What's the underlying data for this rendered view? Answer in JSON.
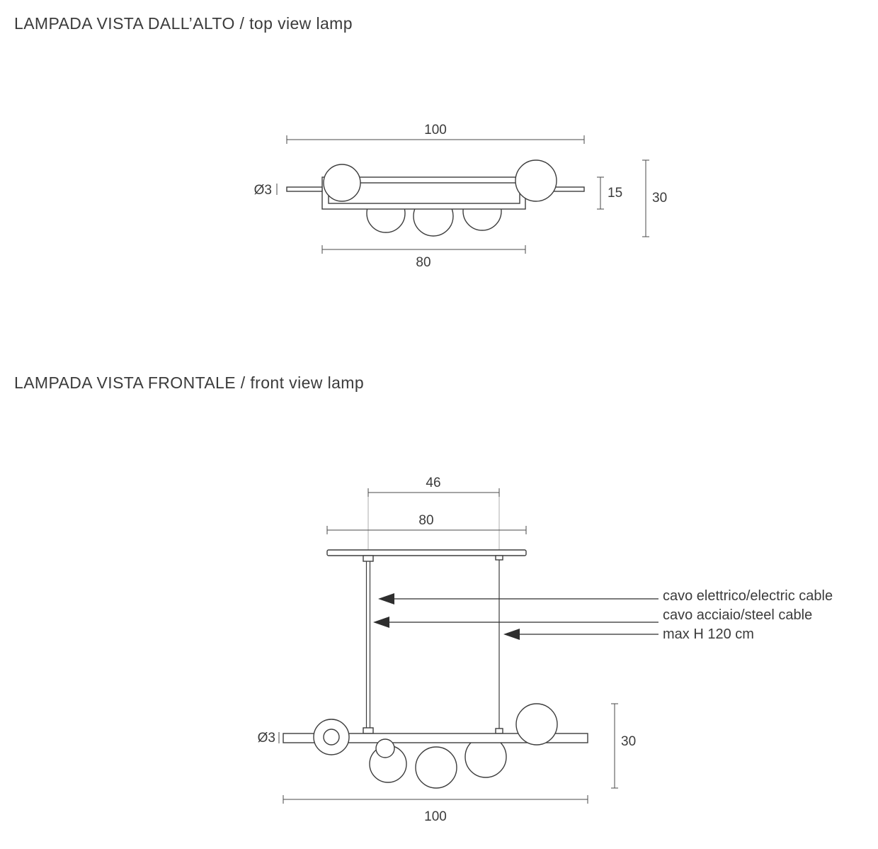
{
  "colors": {
    "background": "#ffffff",
    "line": "#3d3d3d",
    "dimension": "#4a4a4a",
    "extension": "#9a9a9a",
    "text": "#3b3b3b"
  },
  "top_view": {
    "title": "LAMPADA VISTA DALL’ALTO / top view lamp",
    "dimensions": {
      "total_width": "100",
      "rod_diameter": "Ø3",
      "bar_depth": "15",
      "total_depth": "30",
      "bar_width": "80"
    }
  },
  "front_view": {
    "title": "LAMPADA VISTA FRONTALE / front view lamp",
    "dimensions": {
      "cable_spacing": "46",
      "canopy_width": "80",
      "rod_diameter": "Ø3",
      "body_height": "30",
      "total_width": "100"
    },
    "callouts": {
      "electric_cable": "cavo elettrico/electric cable",
      "steel_cable": "cavo acciaio/steel cable",
      "max_height": "max H 120 cm"
    }
  }
}
